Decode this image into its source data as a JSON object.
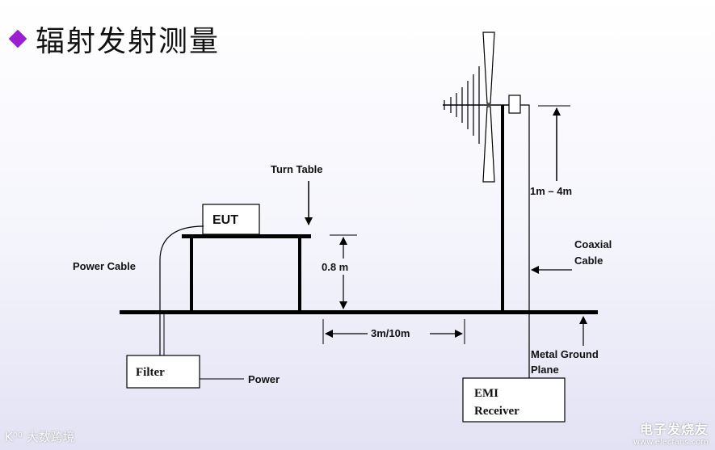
{
  "title": "辐射发射测量",
  "labels": {
    "turn_table": "Turn Table",
    "eut": "EUT",
    "power_cable": "Power Cable",
    "height_table": "0.8 m",
    "antenna_height": "1m – 4m",
    "coaxial": "Coaxial",
    "cable": "Cable",
    "distance": "3m/10m",
    "metal_ground": "Metal Ground",
    "plane": "Plane",
    "filter": "Filter",
    "power": "Power",
    "emi": "EMI",
    "receiver": "Receiver"
  },
  "watermarks": {
    "left": "K⁰⁰ 大数跨境",
    "right_cn": "电子发烧友",
    "right_url": "www.elecfans.com"
  }
}
